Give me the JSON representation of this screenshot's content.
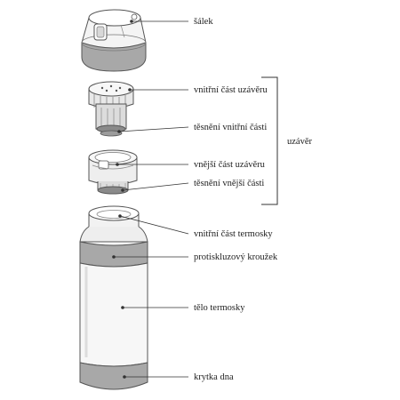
{
  "labels": {
    "cup": "šálek",
    "inner_cap": "vnitřní část uzávěru",
    "inner_seal": "těsnění vnitřní části",
    "outer_cap": "vnější část uzávěru",
    "outer_seal": "těsnění vnější části",
    "cap_group": "uzávěr",
    "inner_flask": "vnitřní část termosky",
    "antislip_ring": "protiskluzový kroužek",
    "body": "tělo termosky",
    "bottom_cover": "krytka dna"
  },
  "colors": {
    "outline": "#555555",
    "light_fill": "#f3f3f3",
    "gray_band": "#a8a8a8",
    "dark_gray": "#8a8a8a",
    "text": "#222222"
  }
}
